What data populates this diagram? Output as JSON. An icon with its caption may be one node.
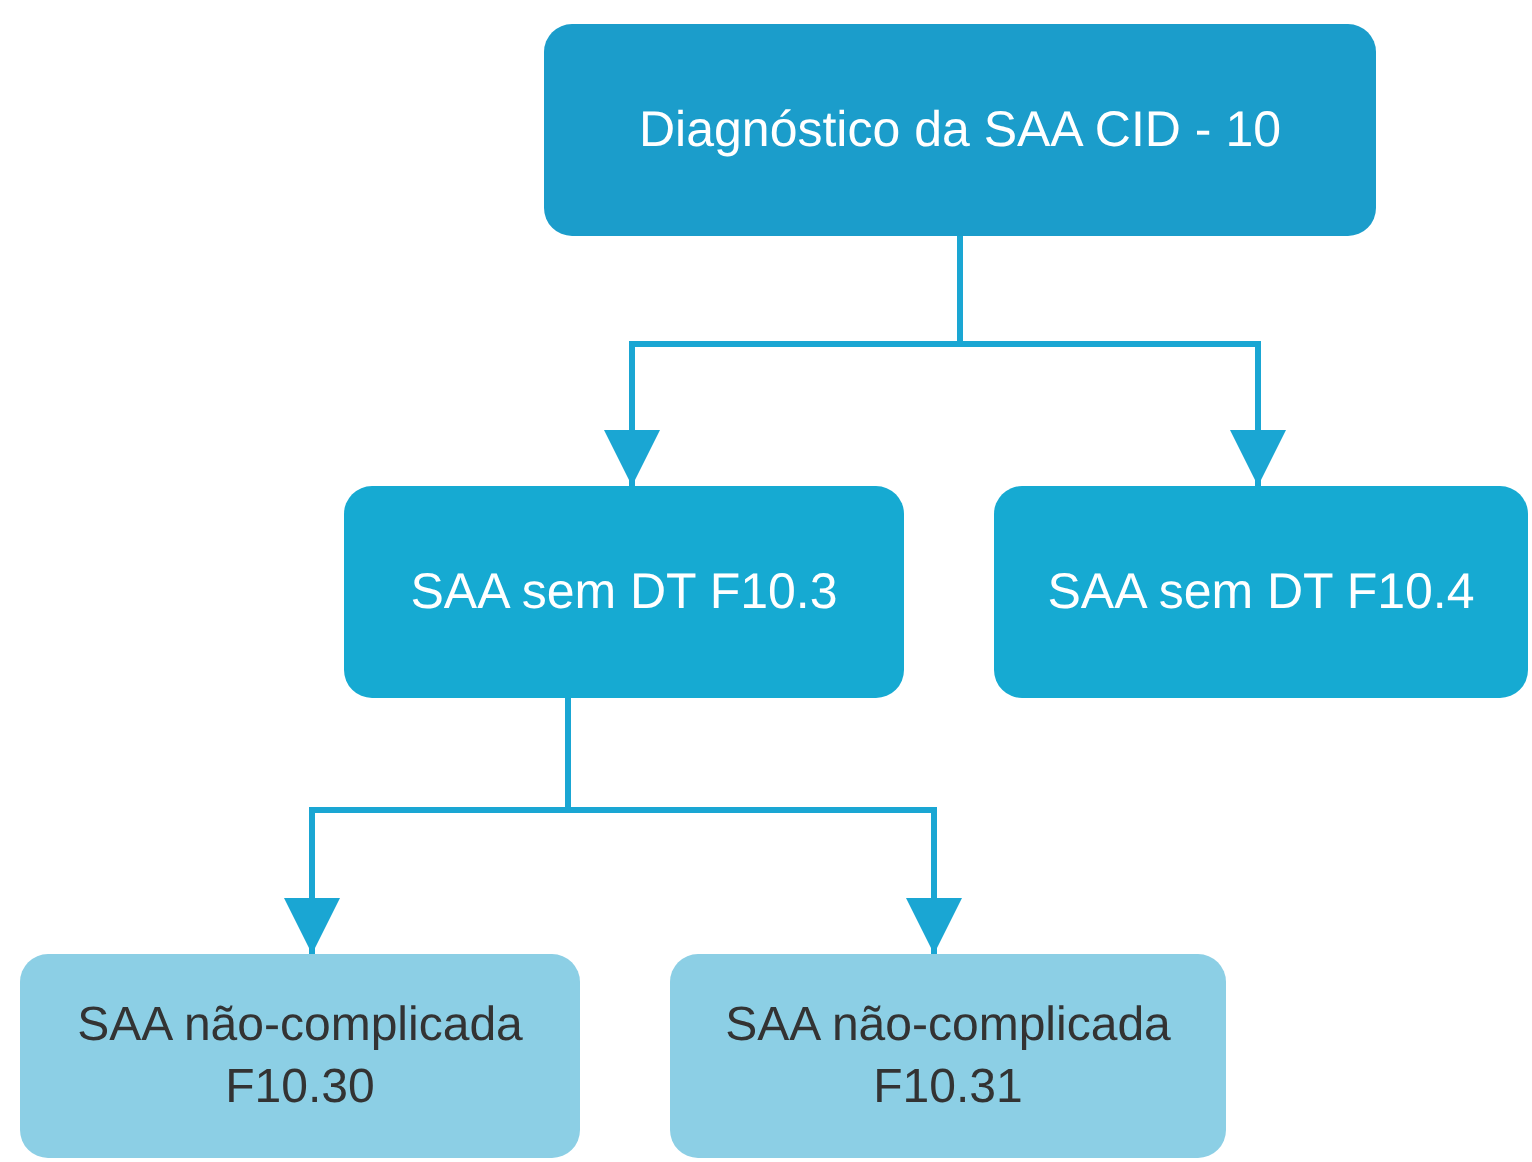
{
  "diagram": {
    "nodes": [
      {
        "text": [
          "Diagnóstico da SAA CID - 10"
        ]
      },
      {
        "text": [
          "SAA sem DT F10.3"
        ]
      },
      {
        "text": [
          "SAA sem DT F10.4"
        ]
      },
      {
        "text": [
          "SAA não-complicada F10.30"
        ]
      },
      {
        "text": [
          "SAA não-complicada F10.31"
        ]
      }
    ],
    "edges": [
      {
        "from": 0,
        "to": 1,
        "arrow": "to"
      },
      {
        "from": 0,
        "to": 2,
        "arrow": "to"
      },
      {
        "from": 1,
        "to": 3,
        "arrow": "to"
      },
      {
        "from": 1,
        "to": 4,
        "arrow": "to"
      }
    ]
  }
}
